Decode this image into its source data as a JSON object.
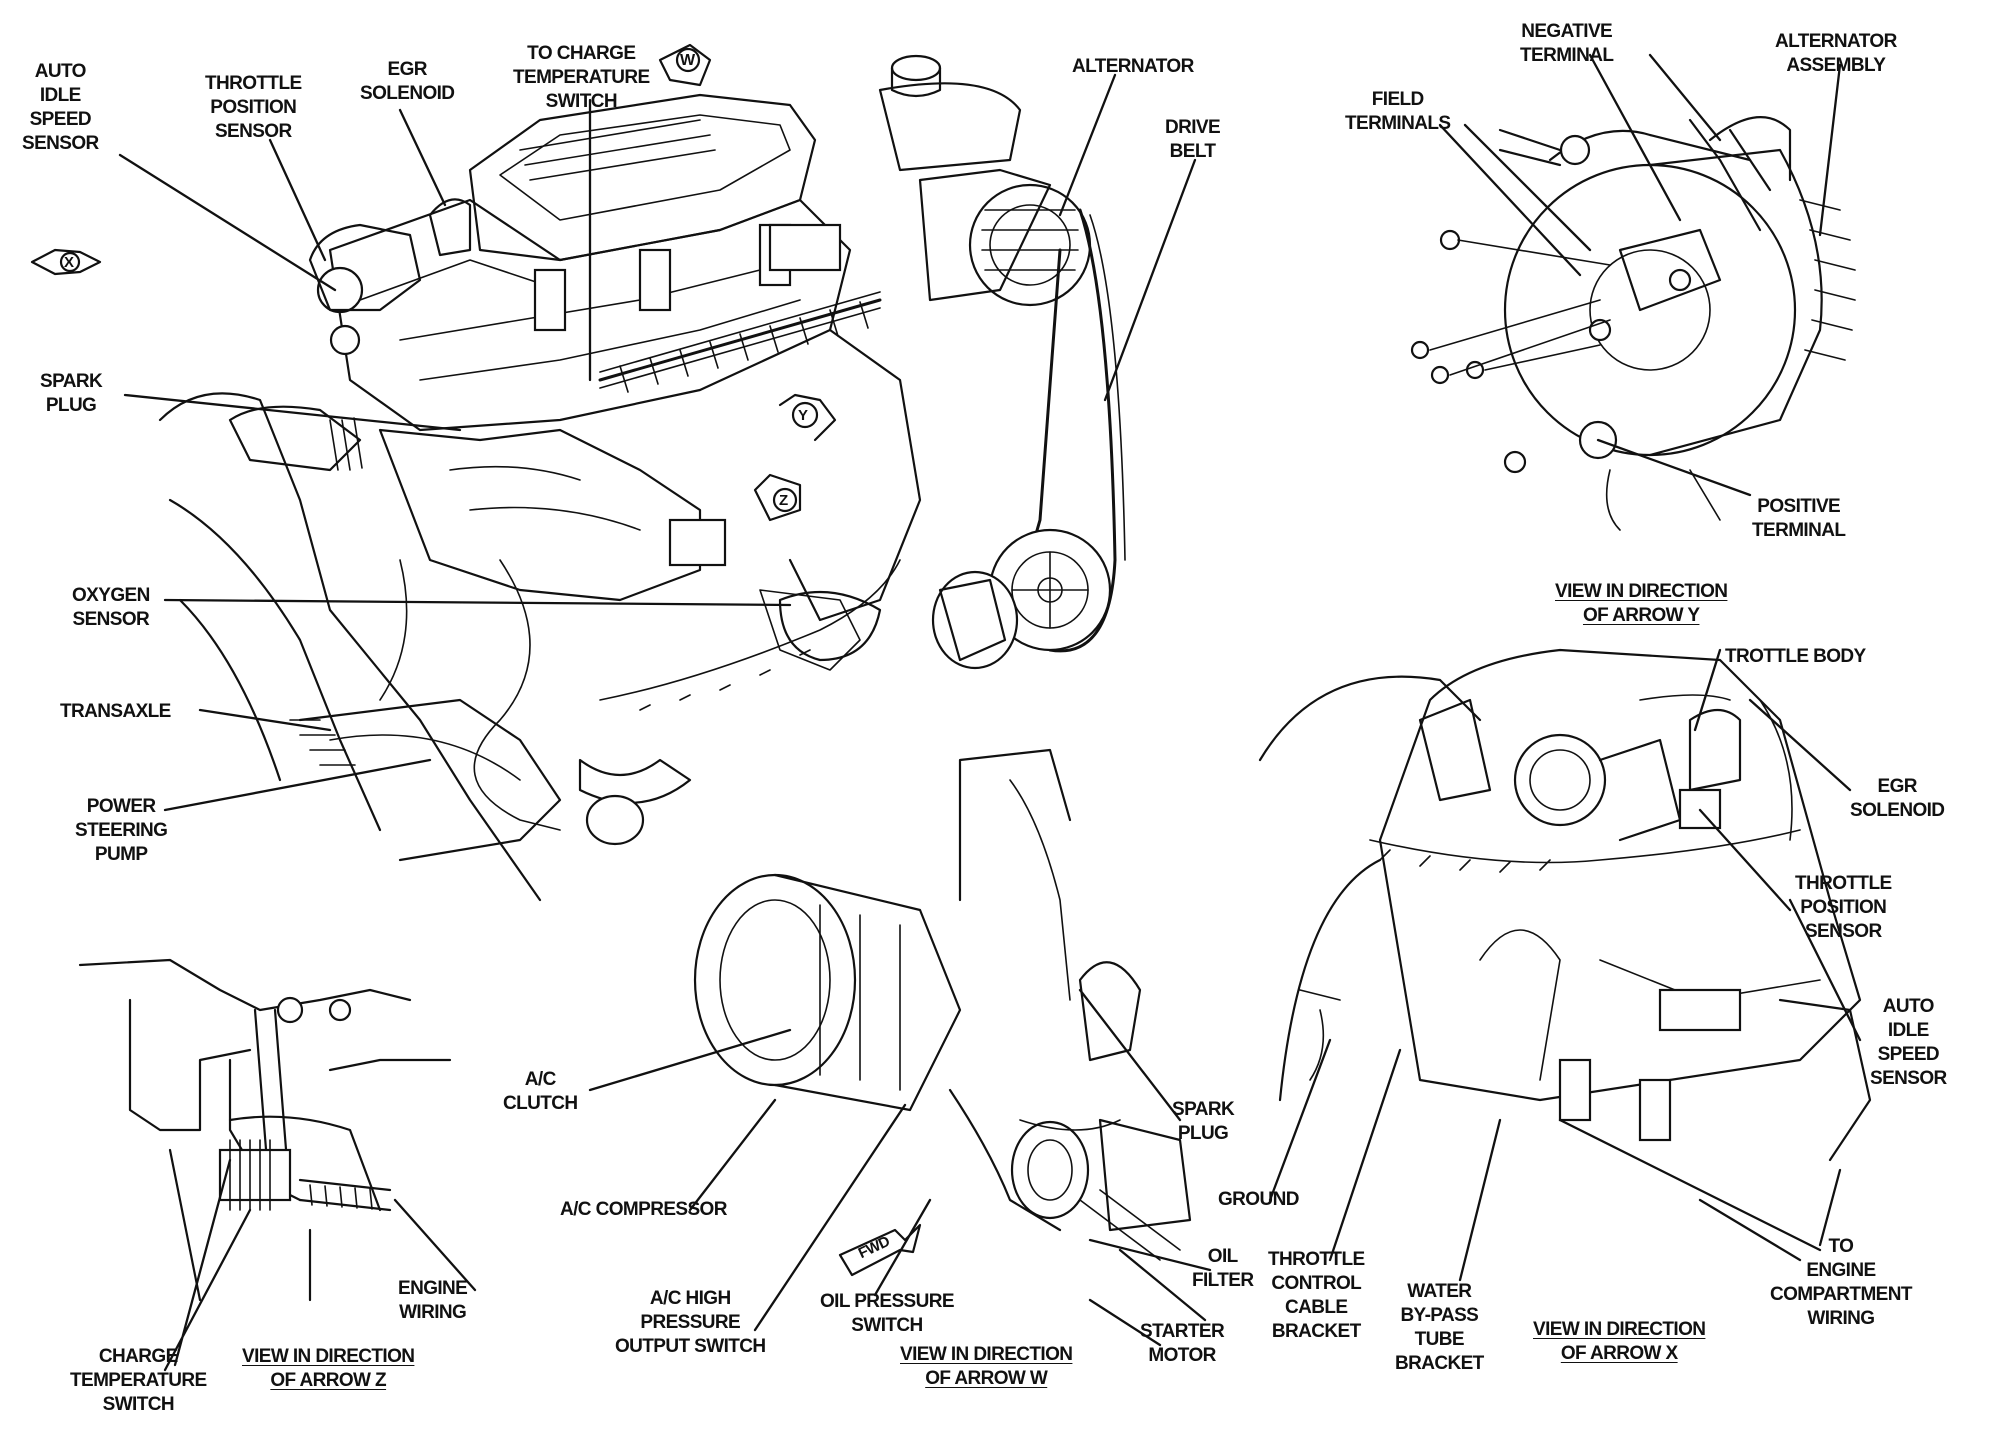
{
  "main_view": {
    "labels": {
      "auto_idle_speed_sensor": "AUTO\nIDLE\nSPEED\nSENSOR",
      "throttle_position_sensor": "THROTTLE\nPOSITION\nSENSOR",
      "egr_solenoid": "EGR\nSOLENOID",
      "to_charge_temperature_switch": "TO CHARGE\nTEMPERATURE\nSWITCH",
      "alternator": "ALTERNATOR",
      "drive_belt": "DRIVE\nBELT",
      "spark_plug": "SPARK\nPLUG",
      "oxygen_sensor": "OXYGEN\nSENSOR",
      "transaxle": "TRANSAXLE",
      "power_steering_pump": "POWER\nSTEERING\nPUMP"
    },
    "arrow_markers": {
      "w": "W",
      "x": "X",
      "y": "Y",
      "z": "Z"
    }
  },
  "view_y": {
    "labels": {
      "negative_terminal": "NEGATIVE\nTERMINAL",
      "alternator_assembly": "ALTERNATOR\nASSEMBLY",
      "field_terminals": "FIELD\nTERMINALS",
      "positive_terminal": "POSITIVE\nTERMINAL"
    },
    "caption": "VIEW IN DIRECTION\nOF ARROW Y"
  },
  "view_x": {
    "labels": {
      "trottle_body": "TROTTLE BODY",
      "egr_solenoid": "EGR\nSOLENOID",
      "throttle_position_sensor": "THROTTLE\nPOSITION\nSENSOR",
      "auto_idle_speed_sensor": "AUTO\nIDLE\nSPEED\nSENSOR",
      "ground": "GROUND",
      "throttle_control_cable_bracket": "THROTTLE\nCONTROL\nCABLE\nBRACKET",
      "water_bypass_tube_bracket": "WATER\nBY-PASS\nTUBE\nBRACKET",
      "to_engine_compartment_wiring": "TO\nENGINE\nCOMPARTMENT\nWIRING"
    },
    "caption": "VIEW IN DIRECTION\nOF ARROW X"
  },
  "view_w": {
    "labels": {
      "ac_clutch": "A/C\nCLUTCH",
      "ac_compressor": "A/C COMPRESSOR",
      "ac_high_pressure_output_switch": "A/C HIGH\nPRESSURE\nOUTPUT SWITCH",
      "oil_pressure_switch": "OIL PRESSURE\nSWITCH",
      "spark_plug": "SPARK\nPLUG",
      "oil_filter": "OIL\nFILTER",
      "starter_motor": "STARTER\nMOTOR",
      "fwd": "FWD"
    },
    "caption": "VIEW IN DIRECTION\nOF ARROW W"
  },
  "view_z": {
    "labels": {
      "engine_wiring": "ENGINE\nWIRING",
      "charge_temperature_switch": "CHARGE\nTEMPERATURE\nSWITCH"
    },
    "caption": "VIEW IN DIRECTION\nOF ARROW Z"
  }
}
